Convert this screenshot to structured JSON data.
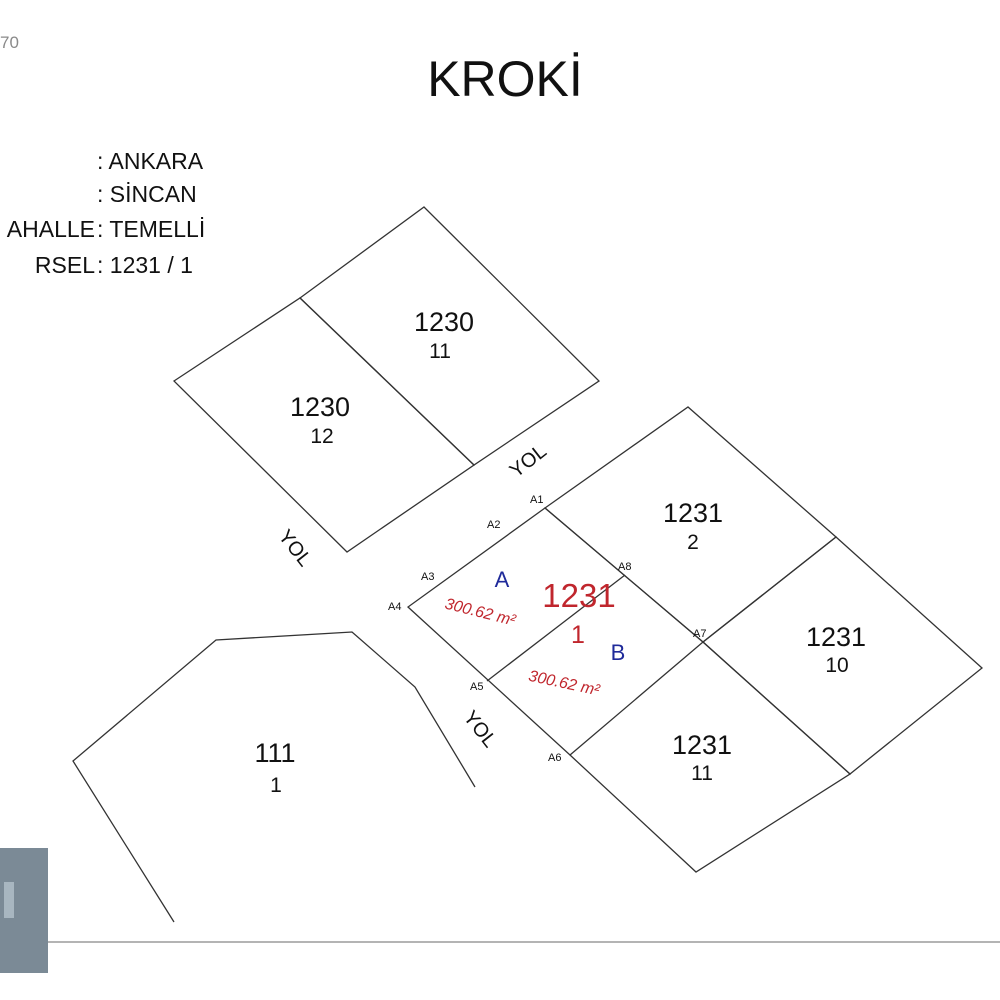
{
  "corner_text": "70",
  "title": "KROKİ",
  "info": [
    {
      "label": "",
      "value": ": ANKARA"
    },
    {
      "label": "",
      "value": ": SİNCAN"
    },
    {
      "label": "AHALLE",
      "value": ": TEMELLİ"
    },
    {
      "label": "RSEL",
      "value": ":  1231 / 1"
    }
  ],
  "parcels": {
    "p1230_11": {
      "block": "1230",
      "parcel": "11"
    },
    "p1230_12": {
      "block": "1230",
      "parcel": "12"
    },
    "p1231_2": {
      "block": "1231",
      "parcel": "2"
    },
    "p1231_10": {
      "block": "1231",
      "parcel": "10"
    },
    "p1231_11": {
      "block": "1231",
      "parcel": "11"
    },
    "p111_1": {
      "block": "111",
      "parcel": "1"
    },
    "subject": {
      "block": "1231",
      "parcel": "1"
    }
  },
  "roads": [
    "YOL",
    "YOL",
    "YOL"
  ],
  "sub_parts": [
    {
      "label": "A",
      "area": "300.62 m²"
    },
    {
      "label": "B",
      "area": "300.62 m²"
    }
  ],
  "points": [
    "A1",
    "A2",
    "A3",
    "A4",
    "A5",
    "A6",
    "A7",
    "A8"
  ],
  "colors": {
    "subject": "#c0262d",
    "sub_label": "#1f2a9a",
    "lines": "#333333"
  }
}
